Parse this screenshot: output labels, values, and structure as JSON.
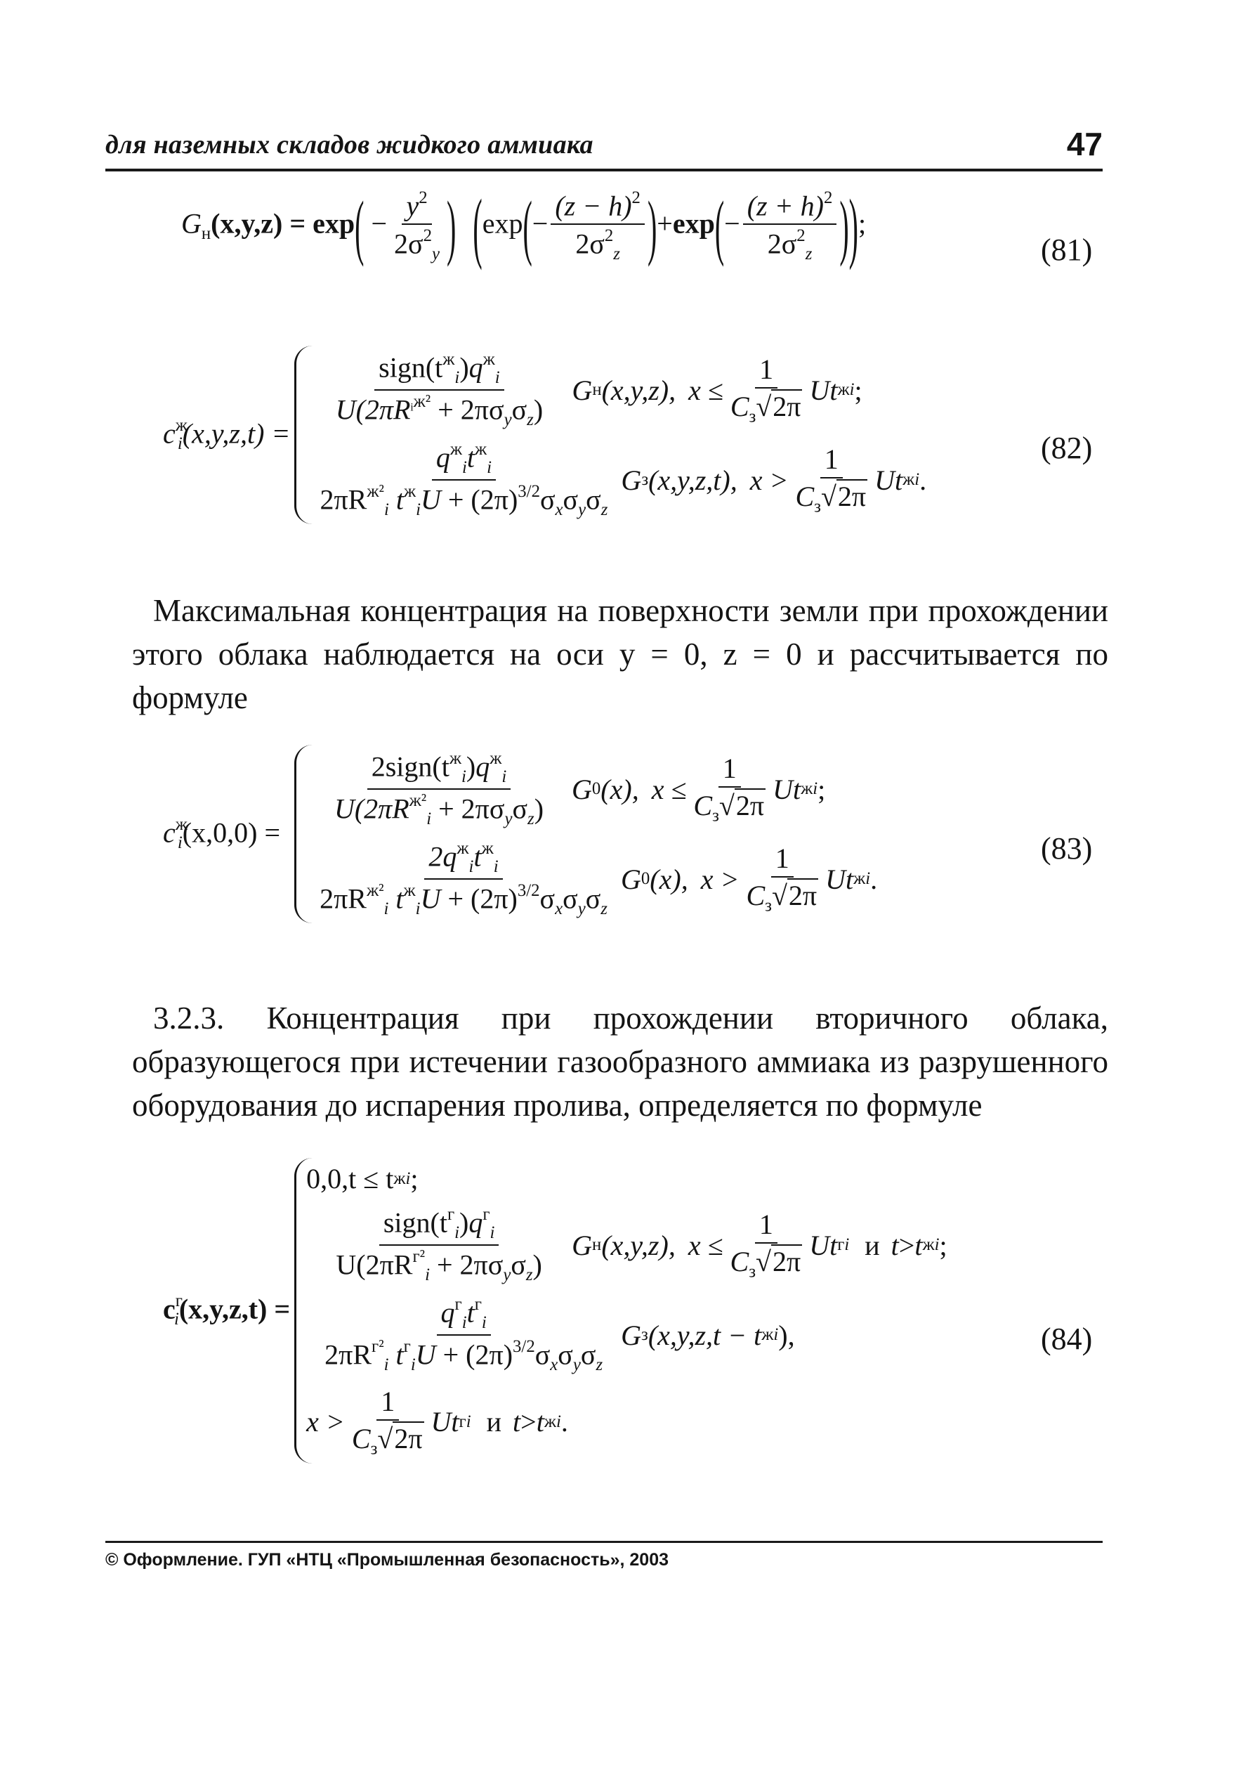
{
  "header": {
    "title": "для наземных складов жидкого аммиака",
    "page_number": "47"
  },
  "equations": {
    "eq81": {
      "lhs_func": "G",
      "lhs_sub": "н",
      "lhs_args": "(x,y,z)",
      "exp_word": "exp",
      "frac1_num": "y",
      "frac1_den": "2σ",
      "frac1_den_sub": "y",
      "frac2_num": "(z − h)",
      "frac2_den": "2σ",
      "frac2_den_sub": "z",
      "frac3_num": "(z + h)",
      "frac3_den": "2σ",
      "frac3_den_sub": "z",
      "number": "(81)"
    },
    "eq82": {
      "lhs": "c",
      "lhs_sup": "ж",
      "lhs_sub": "i",
      "lhs_args": "(x,y,z,t) =",
      "row1_num": "sign(t",
      "row1_den": "U(2πR",
      "row1_func": "G",
      "row1_func_sub": "н",
      "row1_args": "(x,y,z),",
      "row1_cond": "x ≤",
      "row1_cond_tail": "Ut",
      "row2_num": "q",
      "row2_den": "2πR",
      "row2_func": "G",
      "row2_func_sub": "з",
      "row2_args": "(x,y,z,t),",
      "row2_cond": "x >",
      "row2_cond_tail": "Ut",
      "number": "(82)"
    },
    "para1": "Максимальная концентрация на поверхности земли при прохождении этого облака наблюдается на оси y = 0, z = 0 и рассчитывается по формуле",
    "eq83": {
      "lhs": "c",
      "lhs_sup": "ж",
      "lhs_sub": "i",
      "lhs_args": "(x,0,0) =",
      "row1_num": "2sign(t",
      "row1_den": "U(2πR",
      "row1_func": "G",
      "row1_func_sub": "0",
      "row1_args": "(x),",
      "row1_cond": "x ≤",
      "row2_num": "2q",
      "row2_den": "2πR",
      "row2_func": "G",
      "row2_func_sub": "0",
      "row2_args": "(x),",
      "row2_cond": "x >",
      "number": "(83)"
    },
    "para2": "3.2.3. Концентрация при прохождении вторичного облака, образующегося при истечении газообразного аммиака из разрушенного оборудования до испарения пролива, определяется по формуле",
    "eq84": {
      "lhs": "c",
      "lhs_sup": "г",
      "lhs_sub": "i",
      "lhs_args": "(x,y,z,t) =",
      "row1": "0,0,t ≤ t",
      "row2_num": "sign(t",
      "row2_den": "U(2πR",
      "row2_func": "G",
      "row2_func_sub": "н",
      "row2_args": "(x,y,z),",
      "row2_cond": "x ≤",
      "row2_and": "и",
      "row3_num": "q",
      "row3_den": "2πR",
      "row3_func": "G",
      "row3_func_sub": "з",
      "row3_args": "(x,y,z,t − t",
      "row4_cond": "x >",
      "row4_and": "и",
      "number": "(84)"
    }
  },
  "footer": {
    "text": "© Оформление. ГУП «НТЦ «Промышленная безопасность», 2003"
  }
}
